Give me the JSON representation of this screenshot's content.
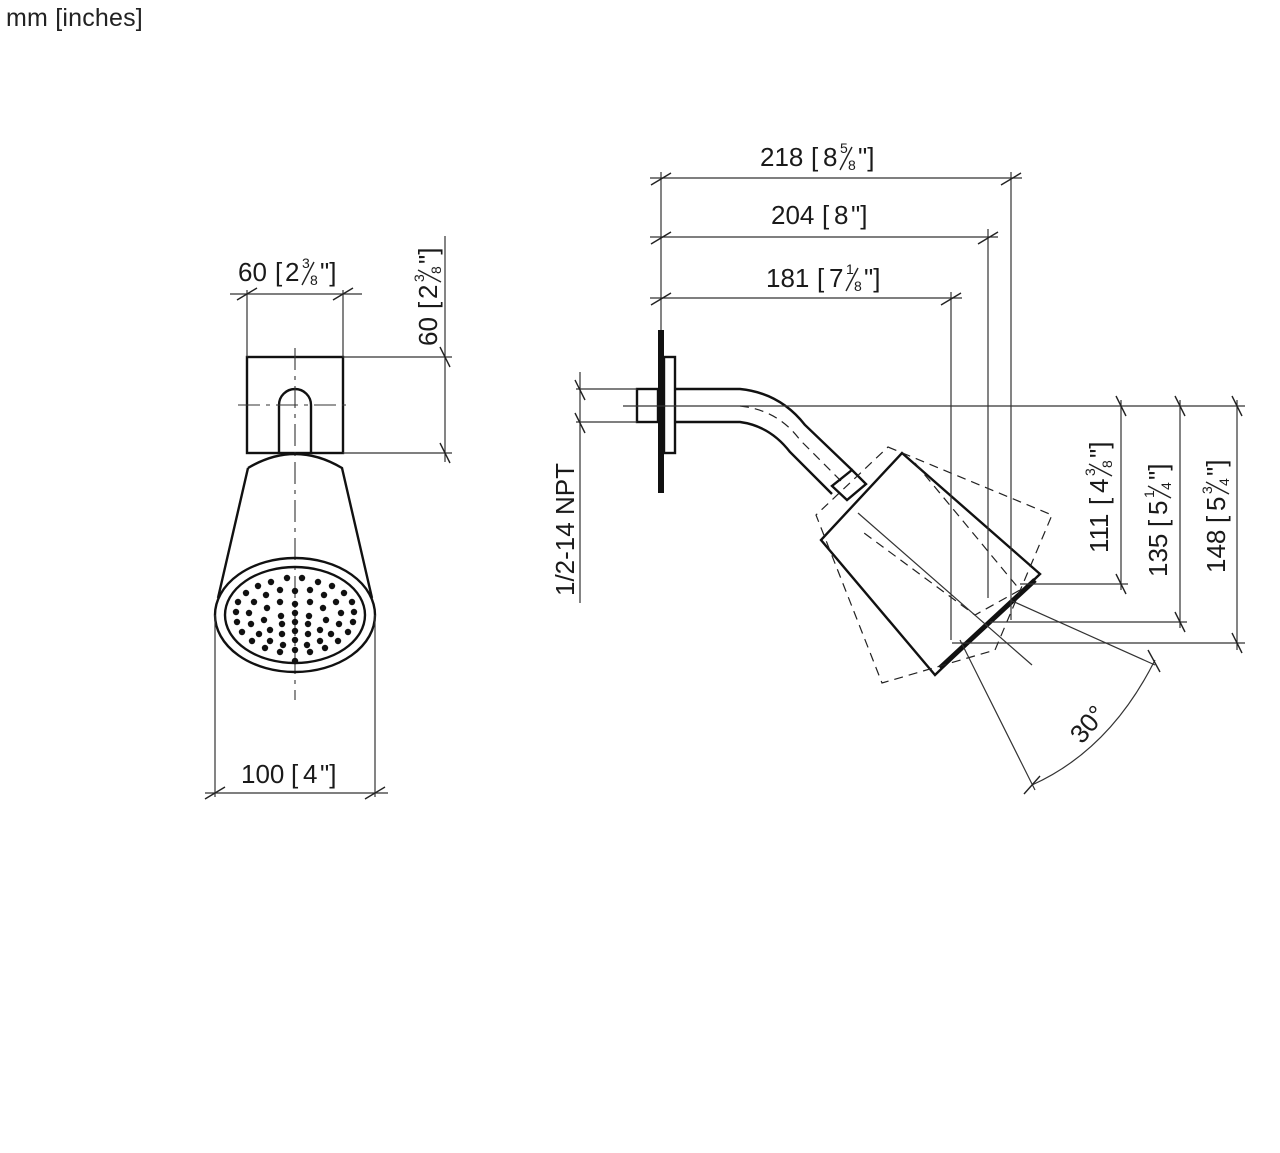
{
  "header": {
    "units_label": "mm [inches]"
  },
  "front_view": {
    "flange_width": {
      "mm": "60",
      "in_whole": "2",
      "in_num": "3",
      "in_den": "8",
      "label": "60 [2 3/8\"]"
    },
    "flange_height": {
      "mm": "60",
      "in_whole": "2",
      "in_num": "3",
      "in_den": "8",
      "label": "60 [2 3/8\"]"
    },
    "head_diameter": {
      "mm": "100",
      "in_whole": "4",
      "label": "100 [4\"]"
    }
  },
  "side_view": {
    "thread_spec": "1/2-14 NPT",
    "projection_dims": [
      {
        "mm": "218",
        "in_whole": "8",
        "in_num": "5",
        "in_den": "8",
        "label": "218 [8 5/8\"]"
      },
      {
        "mm": "204",
        "in_whole": "8",
        "label": "204 [8\"]"
      },
      {
        "mm": "181",
        "in_whole": "7",
        "in_num": "1",
        "in_den": "8",
        "label": "181 [7 1/8\"]"
      }
    ],
    "drop_dims": [
      {
        "mm": "111",
        "in_whole": "4",
        "in_num": "3",
        "in_den": "8",
        "label": "111 [4 3/8\"]"
      },
      {
        "mm": "135",
        "in_whole": "5",
        "in_num": "1",
        "in_den": "4",
        "label": "135 [5 1/4\"]"
      },
      {
        "mm": "148",
        "in_whole": "5",
        "in_num": "3",
        "in_den": "4",
        "label": "148 [5 3/4\"]"
      }
    ],
    "tilt_angle": "30°"
  }
}
